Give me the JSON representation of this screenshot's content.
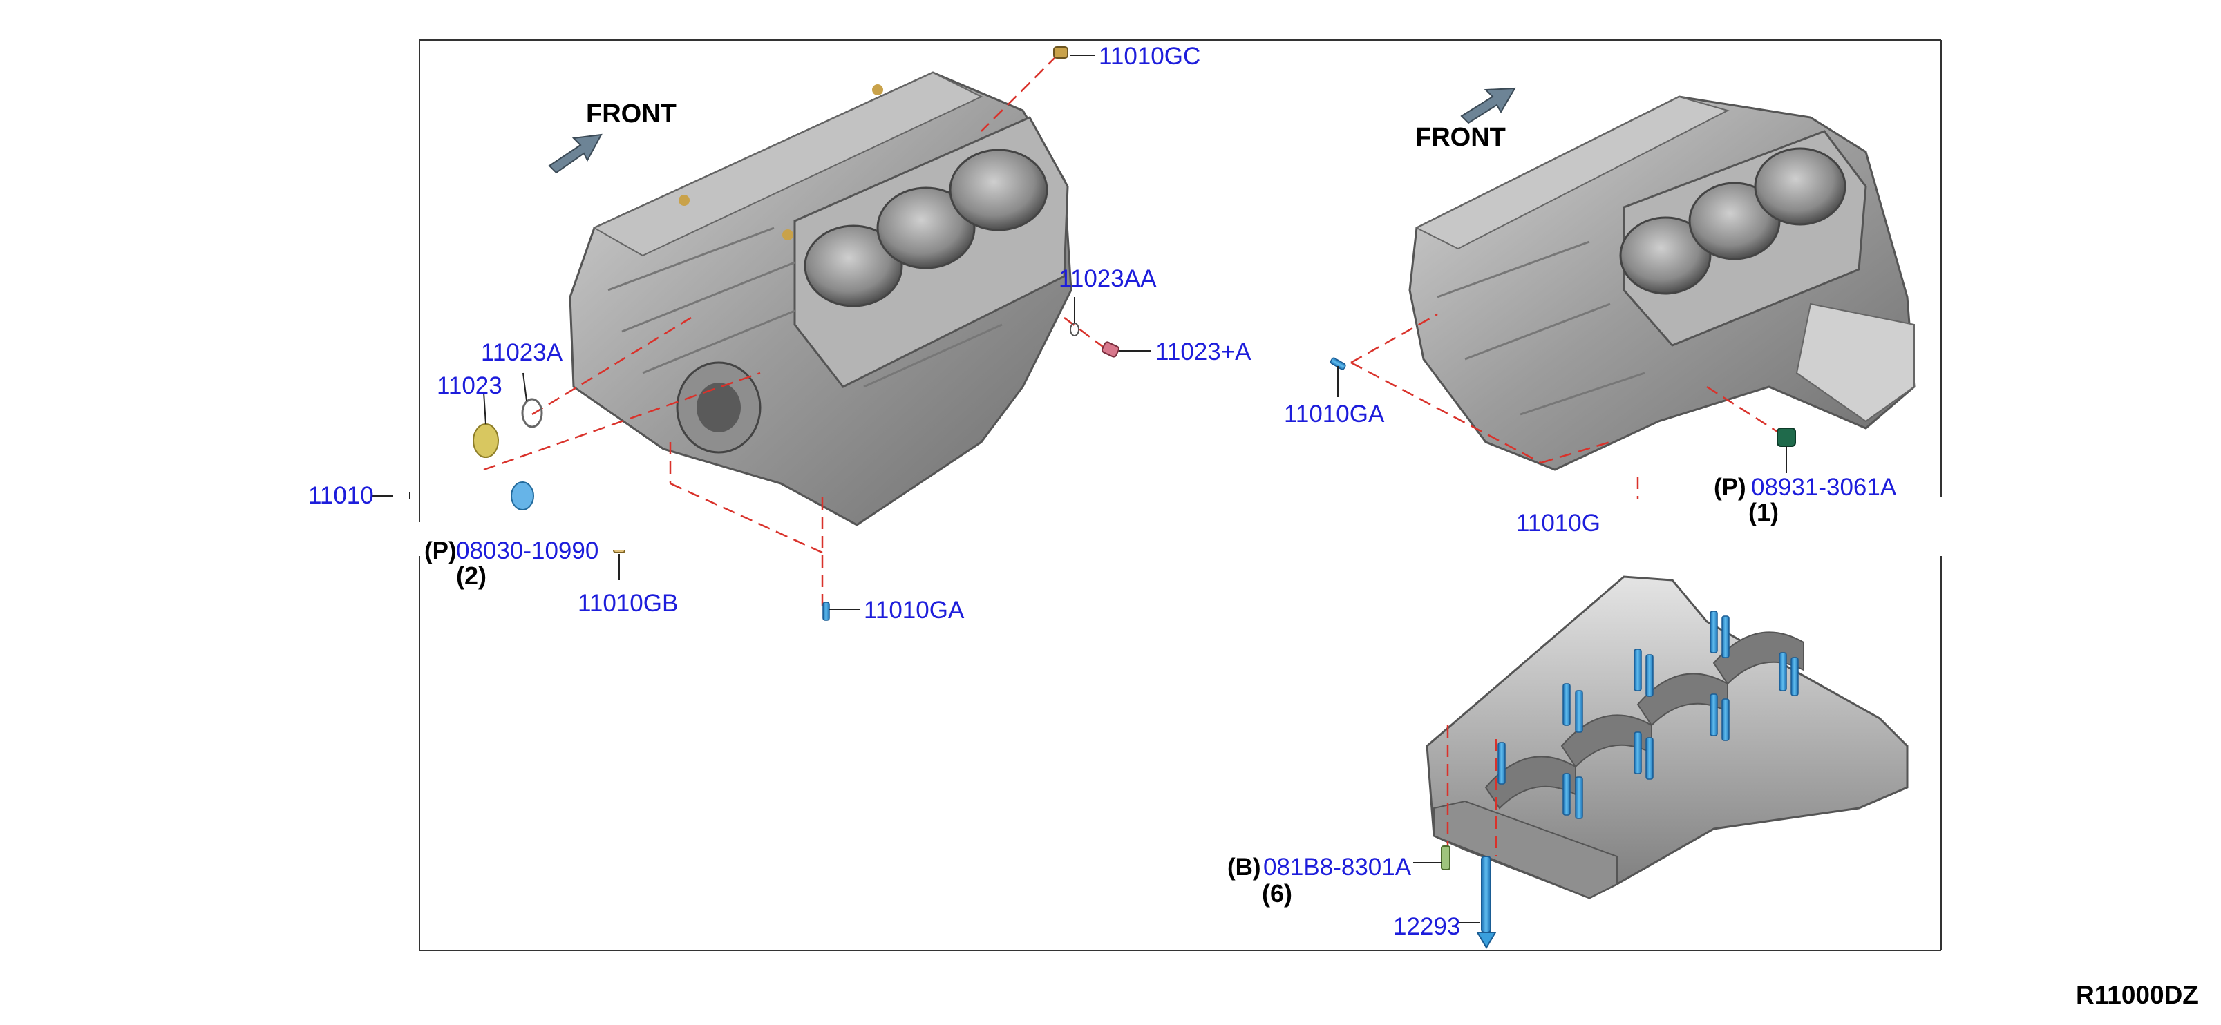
{
  "diagram": {
    "front_labels": [
      "FRONT",
      "FRONT"
    ],
    "diagram_code": "R11000DZ",
    "parts": {
      "p11010": "11010",
      "p11010gc": "11010GC",
      "p11023aa": "11023AA",
      "p11023plus_a": "11023+A",
      "p11023a": "11023A",
      "p11023": "11023",
      "p11010gb": "11010GB",
      "p11010ga_left": "11010GA",
      "p11010ga_right": "11010GA",
      "p08931": "08931-3061A",
      "p08931_prefix": "(P)",
      "p08931_qty": "(1)",
      "p11010g_partial": "11010G",
      "p0803x_partial": "08030-10990",
      "p0803x_prefix": "(P)",
      "p0803x_qty": "(2)",
      "p081b8": "081B8-8301A",
      "p081b8_prefix": "(B)",
      "p081b8_qty": "(6)",
      "p12293": "12293"
    },
    "colors": {
      "callout_blue": "#1d1ddb",
      "block_gray": "#9a9a9a",
      "leader_red": "#d9322b",
      "bolt_blue": "#3a9fdc"
    }
  }
}
